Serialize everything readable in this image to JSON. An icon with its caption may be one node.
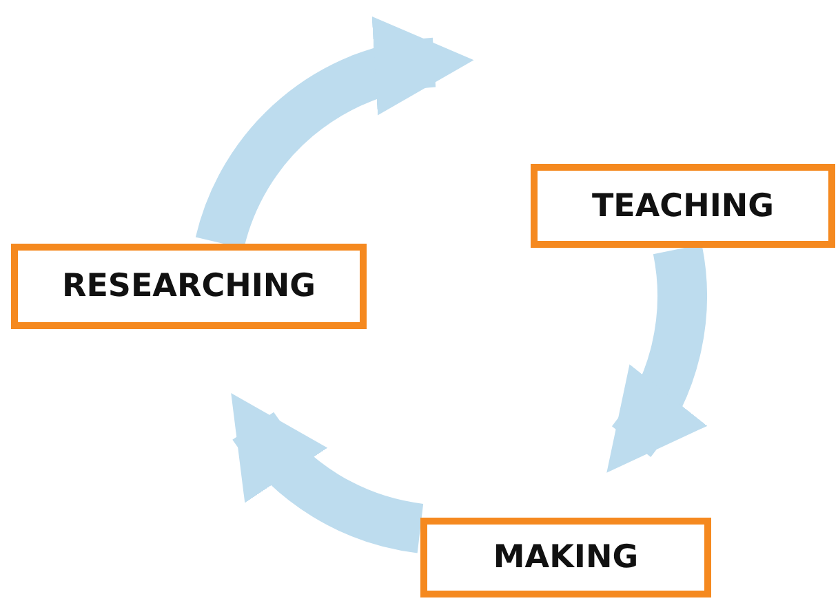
{
  "diagram": {
    "nodes": [
      {
        "text": [
          "RESEARCHING"
        ]
      },
      {
        "text": [
          "TEACHING"
        ]
      },
      {
        "text": [
          "MAKING"
        ]
      }
    ],
    "edges": [
      {
        "from": 0,
        "to": 1,
        "arrow": "to"
      },
      {
        "from": 1,
        "to": 2,
        "arrow": "to"
      },
      {
        "from": 2,
        "to": 0,
        "arrow": "to"
      }
    ]
  }
}
